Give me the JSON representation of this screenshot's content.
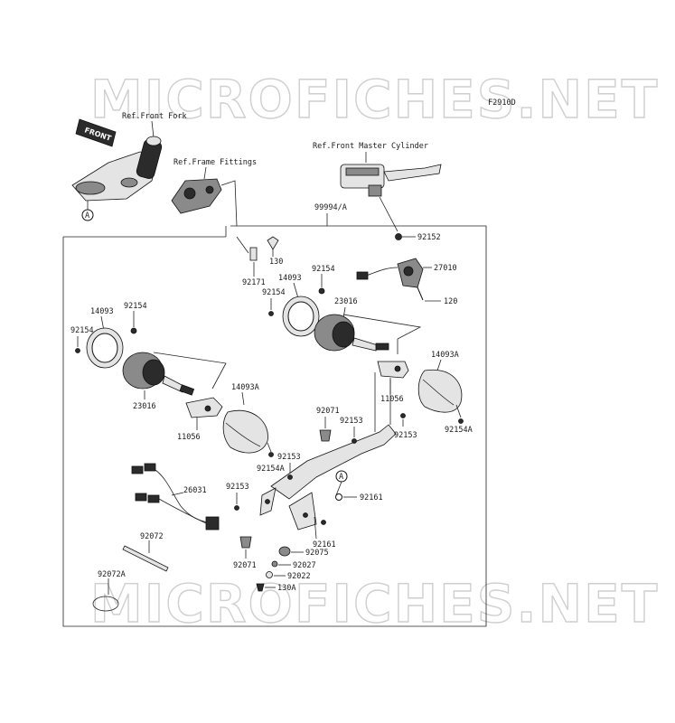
{
  "watermark": "MICROFICHES.NET",
  "figure_code": "F2910D",
  "references": {
    "front_fork": "Ref.Front Fork",
    "frame_fittings": "Ref.Frame Fittings",
    "front_master_cylinder": "Ref.Front Master Cylinder"
  },
  "front_badge": "FRONT",
  "marker": "A",
  "assembly": "99994/A",
  "parts": {
    "p92152": "92152",
    "p27010": "27010",
    "p120": "120",
    "p130": "130",
    "p92171": "92171",
    "p92154_top": "92154",
    "p14093_r": "14093",
    "p92154_r2": "92154",
    "p23016_r": "23016",
    "p14093_l": "14093",
    "p92154_l1": "92154",
    "p92154_l2": "92154",
    "p23016_l": "23016",
    "p14093A_l": "14093A",
    "p11056_l": "11056",
    "p14093A_r": "14093A",
    "p11056_r": "11056",
    "p92153_r": "92153",
    "p92153_r2": "92153",
    "p92154A_r": "92154A",
    "p92071_top": "92071",
    "p92153_mid": "92153",
    "p92154A_l": "92154A",
    "p26031": "26031",
    "p92153_l": "92153",
    "p92161_a": "92161",
    "p92161_b": "92161",
    "p92075": "92075",
    "p92027": "92027",
    "p92022": "92022",
    "p130A": "130A",
    "p92071_bot": "92071",
    "p92072": "92072",
    "p92072A": "92072A"
  }
}
